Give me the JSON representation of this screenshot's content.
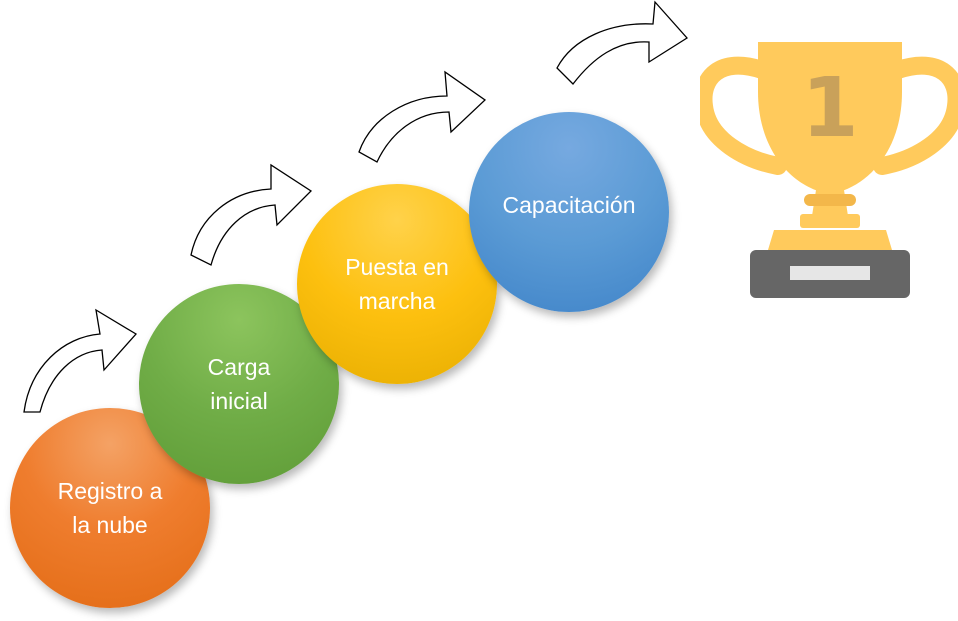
{
  "steps": [
    {
      "label": "Registro a\nla nube",
      "color": "#ED7D31"
    },
    {
      "label": "Carga\ninicial",
      "color": "#70AD47"
    },
    {
      "label": "Puesta en\nmarcha",
      "color": "#FFC000"
    },
    {
      "label": "Capacitación",
      "color": "#5B9BD5"
    }
  ],
  "trophy": {
    "number": "1",
    "cup_color": "#FFCA5C",
    "number_color": "#C9A15A",
    "base_color": "#666666"
  },
  "arrow_icon": "curved-arrow-icon"
}
